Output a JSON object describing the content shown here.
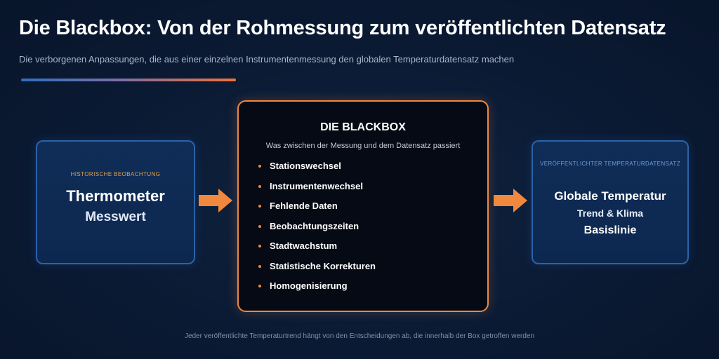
{
  "header": {
    "title": "Die Blackbox: Von der Rohmessung zum veröffentlichten Datensatz",
    "subtitle": "Die verborgenen Anpassungen, die aus einer einzelnen Instrumentenmessung den globalen Temperaturdatensatz machen"
  },
  "left_box": {
    "label": "HISTORISCHE BEOBACHTUNG",
    "line1": "Thermometer",
    "line2": "Messwert"
  },
  "center_box": {
    "title": "DIE BLACKBOX",
    "subtitle": "Was zwischen der Messung und dem Datensatz passiert",
    "items": [
      "Stationswechsel",
      "Instrumentenwechsel",
      "Fehlende Daten",
      "Beobachtungszeiten",
      "Stadtwachstum",
      "Statistische Korrekturen",
      "Homogenisierung"
    ]
  },
  "right_box": {
    "label": "VERÖFFENTLICHTER TEMPERATURDATENSATZ",
    "line1": "Globale Temperatur",
    "line2": "Trend & Klima",
    "line3": "Basislinie"
  },
  "footer": "Jeder veröffentlichte Temperaturtrend hängt von den Entscheidungen ab, die innerhalb der Box getroffen werden",
  "colors": {
    "background": "#0b1a33",
    "accent_orange": "#f0883e",
    "box_border_blue": "#2a63a8",
    "black_box": "#050a14"
  },
  "icons": {
    "arrow": "arrow-right-icon",
    "bullet": "bullet-dot-icon"
  }
}
